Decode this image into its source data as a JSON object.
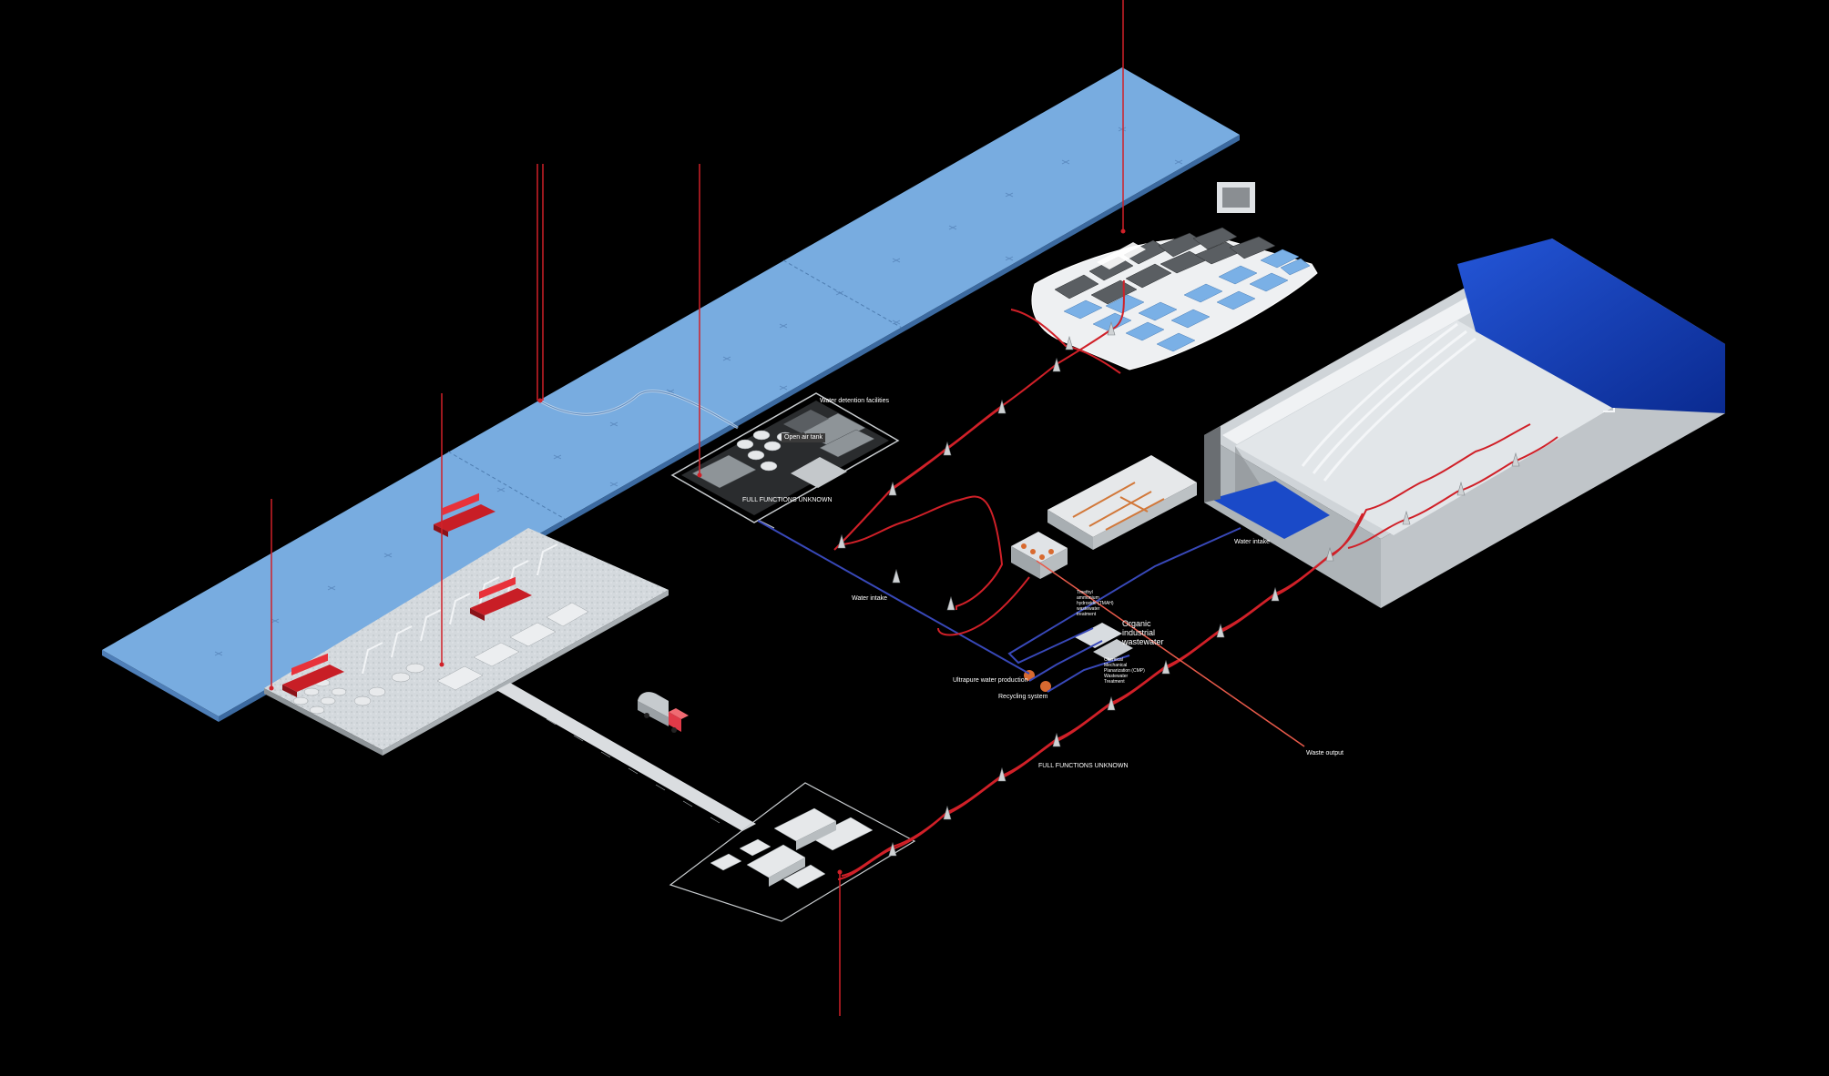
{
  "colors": {
    "background": "#000000",
    "water_surface": "#78ace0",
    "deep_water": "#1238a8",
    "concrete": "#d8dde0",
    "pipeline_red": "#d02028",
    "intake_blue": "#3848b8",
    "label_text": "#ffffff"
  },
  "labels": {
    "water_detention_facilities": "Water detention facilities",
    "open_air_tank": "Open air tank",
    "full_functions_unknown_1": "FULL FUNCTIONS UNKNOWN",
    "full_functions_unknown_2": "FULL FUNCTIONS UNKNOWN",
    "water_intake_left": "Water intake",
    "water_intake_right": "Water intake",
    "tmah_wastewater": "Tmethyl ammonium hydroxide (TMAH) wastewater treatment",
    "organic_industrial_wastewater": "Organic industrial wastewater",
    "cmp_wastewater": "Chemical Mechanical Planarization (CMP) Wastewater Treatment",
    "ultrapure_water_production": "Ultrapure water production",
    "recycling_system": "Recycling system",
    "waste_output": "Waste output"
  },
  "icons": {
    "ship": "cargo-ship-icon",
    "truck": "tanker-truck-icon",
    "crane": "port-crane-icon",
    "pylon": "transmission-pylon-icon",
    "thumbnail": "facility-thumbnail-icon"
  }
}
